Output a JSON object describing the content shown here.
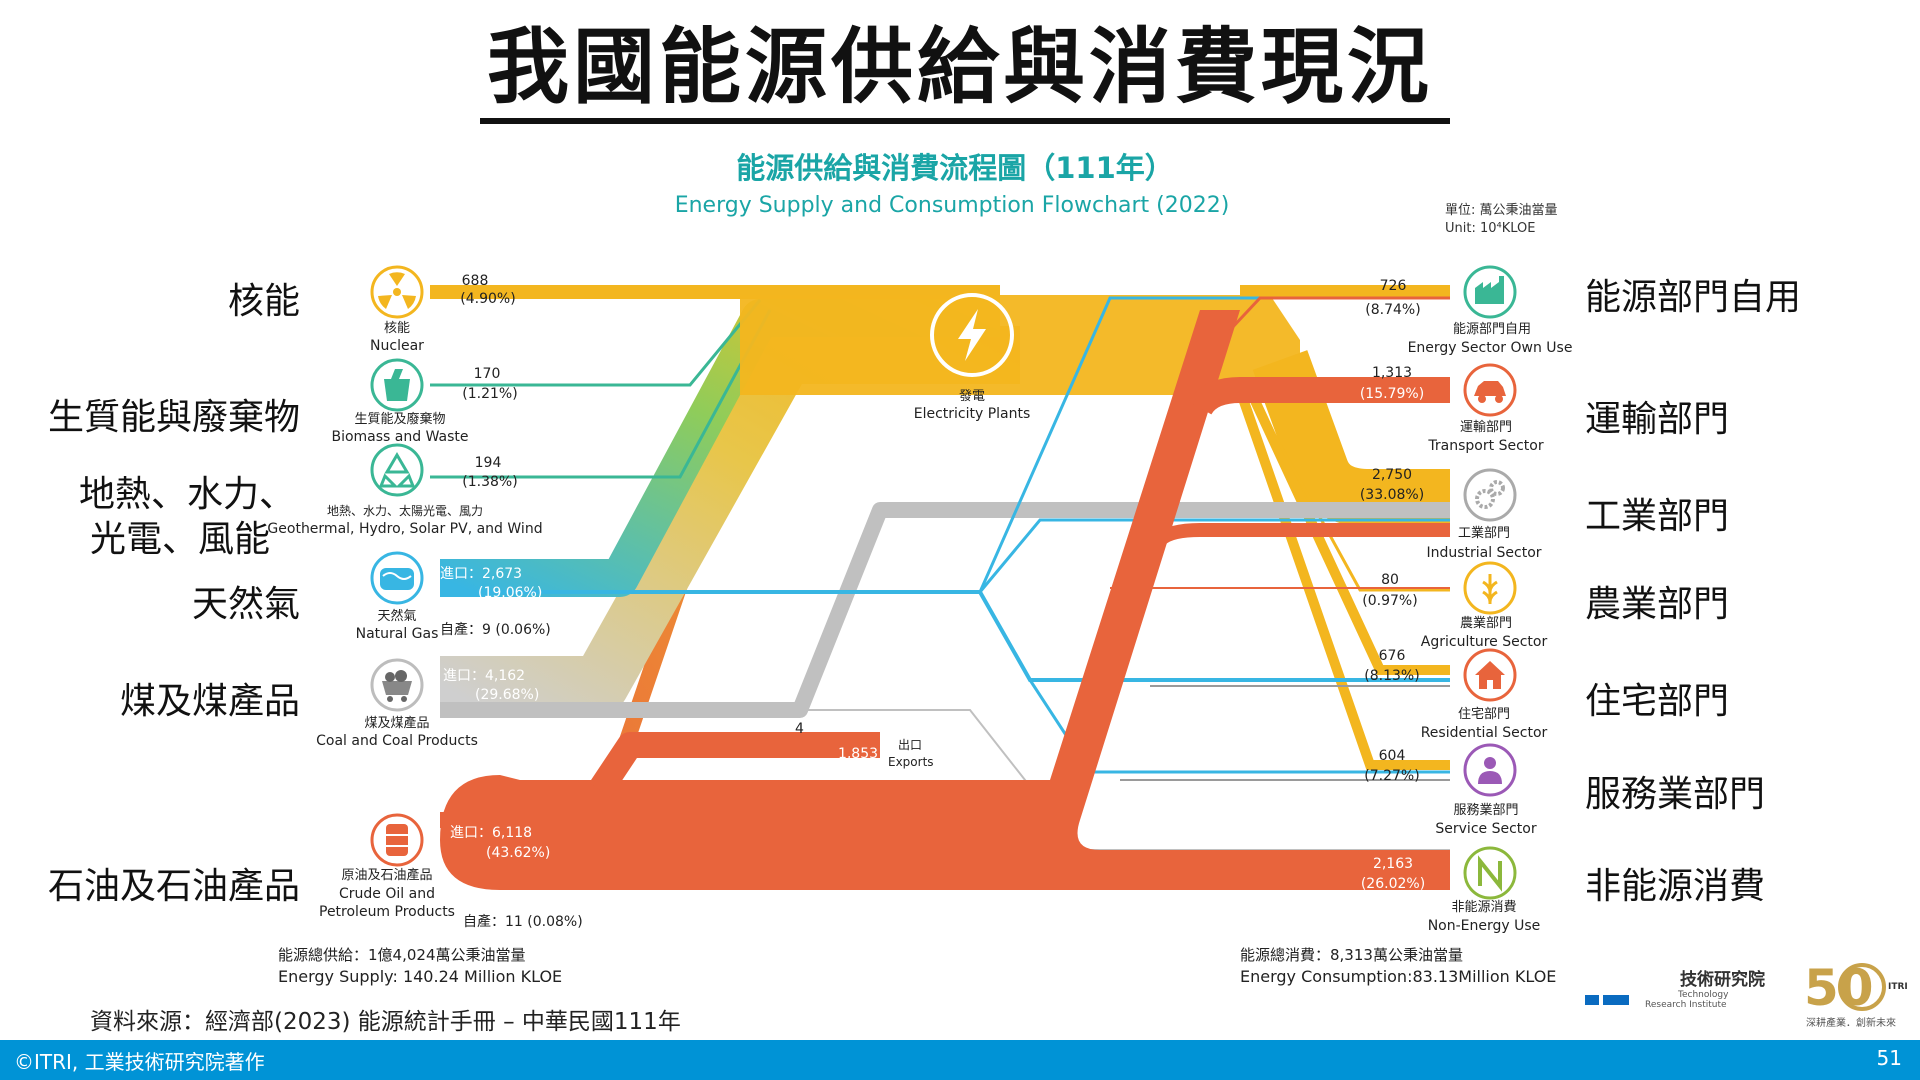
{
  "slide": {
    "title": "我國能源供給與消費現況",
    "source": "資料來源：經濟部(2023) 能源統計手冊 – 中華民國111年",
    "copyright": "©ITRI, 工業技術研究院著作",
    "page_number": "51"
  },
  "left_labels": [
    {
      "id": "nuclear",
      "text": "核能"
    },
    {
      "id": "biomass",
      "text": "生質能與廢棄物"
    },
    {
      "id": "renew1",
      "text": "地熱、水力、"
    },
    {
      "id": "renew2",
      "text": "光電、風能"
    },
    {
      "id": "gas",
      "text": "天然氣"
    },
    {
      "id": "coal",
      "text": "煤及煤產品"
    },
    {
      "id": "oil",
      "text": "石油及石油產品"
    }
  ],
  "right_labels": [
    {
      "id": "own",
      "text": "能源部門自用"
    },
    {
      "id": "transport",
      "text": "運輸部門"
    },
    {
      "id": "industrial",
      "text": "工業部門"
    },
    {
      "id": "agriculture",
      "text": "農業部門"
    },
    {
      "id": "residential",
      "text": "住宅部門"
    },
    {
      "id": "service",
      "text": "服務業部門"
    },
    {
      "id": "nonenergy",
      "text": "非能源消費"
    }
  ],
  "flowchart": {
    "title_zh": "能源供給與消費流程圖（111年）",
    "title_en": "Energy Supply and Consumption Flowchart (2022)",
    "unit_zh": "單位: 萬公秉油當量",
    "unit_en": "Unit: 10⁴KLOE",
    "supply_total_zh": "能源總供給：1億4,024萬公秉油當量",
    "supply_total_en": "Energy Supply: 140.24 Million KLOE",
    "consumption_total_zh": "能源總消費：8,313萬公秉油當量",
    "consumption_total_en": "Energy  Consumption:83.13Million KLOE",
    "plant": {
      "zh": "發電",
      "en": "Electricity Plants"
    },
    "sources": [
      {
        "id": "nuclear",
        "zh": "核能",
        "en": "Nuclear",
        "value": "688",
        "pct": "(4.90%)",
        "color": "#f3b61f",
        "icon": "radiation-icon"
      },
      {
        "id": "biomass",
        "zh": "生質能及廢棄物",
        "en": "Biomass and Waste",
        "value": "170",
        "pct": "(1.21%)",
        "color": "#3ab795",
        "icon": "recycle-bag-icon"
      },
      {
        "id": "renew",
        "zh": "地熱、水力、太陽光電、風力",
        "en": "Geothermal, Hydro, Solar PV, and Wind",
        "value": "194",
        "pct": "(1.38%)",
        "color": "#3ab795",
        "icon": "recycle-icon"
      },
      {
        "id": "gas",
        "zh": "天然氣",
        "en": "Natural Gas",
        "import_label": "進口：2,673",
        "import_pct": "(19.06%)",
        "domestic": "自產：9 (0.06%)",
        "color": "#38b6e3",
        "icon": "gas-icon"
      },
      {
        "id": "coal",
        "zh": "煤及煤產品",
        "en": "Coal and Coal Products",
        "import_label": "進口：4,162",
        "import_pct": "(29.68%)",
        "color": "#c8c8c8",
        "icon": "coal-cart-icon"
      },
      {
        "id": "oil",
        "zh": "原油及石油產品",
        "en": "Crude Oil and Petroleum Products",
        "import_label": "進口：6,118",
        "import_pct": "(43.62%)",
        "domestic": "自產：11 (0.08%)",
        "color": "#e8643c",
        "icon": "oil-barrel-icon"
      }
    ],
    "coal_export": "4",
    "exports": {
      "value": "1,853",
      "zh": "出口",
      "en": "Exports"
    },
    "sectors": [
      {
        "id": "own",
        "zh": "能源部門自用",
        "en": "Energy Sector Own Use",
        "value": "726",
        "pct": "(8.74%)",
        "icon": "factory-icon"
      },
      {
        "id": "transport",
        "zh": "運輸部門",
        "en": "Transport Sector",
        "value": "1,313",
        "pct": "(15.79%)",
        "icon": "car-icon"
      },
      {
        "id": "industrial",
        "zh": "工業部門",
        "en": "Industrial Sector",
        "value": "2,750",
        "pct": "(33.08%)",
        "icon": "gears-icon"
      },
      {
        "id": "agriculture",
        "zh": "農業部門",
        "en": "Agriculture Sector",
        "value": "80",
        "pct": "(0.97%)",
        "icon": "wheat-icon"
      },
      {
        "id": "residential",
        "zh": "住宅部門",
        "en": "Residential Sector",
        "value": "676",
        "pct": "(8.13%)",
        "icon": "house-icon"
      },
      {
        "id": "service",
        "zh": "服務業部門",
        "en": "Service Sector",
        "value": "604",
        "pct": "(7.27%)",
        "icon": "service-person-icon"
      },
      {
        "id": "nonenergy",
        "zh": "非能源消費",
        "en": "Non-Energy Use",
        "value": "2,163",
        "pct": "(26.02%)",
        "icon": "non-energy-icon"
      }
    ]
  },
  "logos": {
    "itri_zh": "技術研究院",
    "itri_en1": "Technology",
    "itri_en2": "Research Institute",
    "anniv_text": "50",
    "anniv_mark": "ITRI",
    "anniv_slogan": "深耕產業．創新未來"
  }
}
